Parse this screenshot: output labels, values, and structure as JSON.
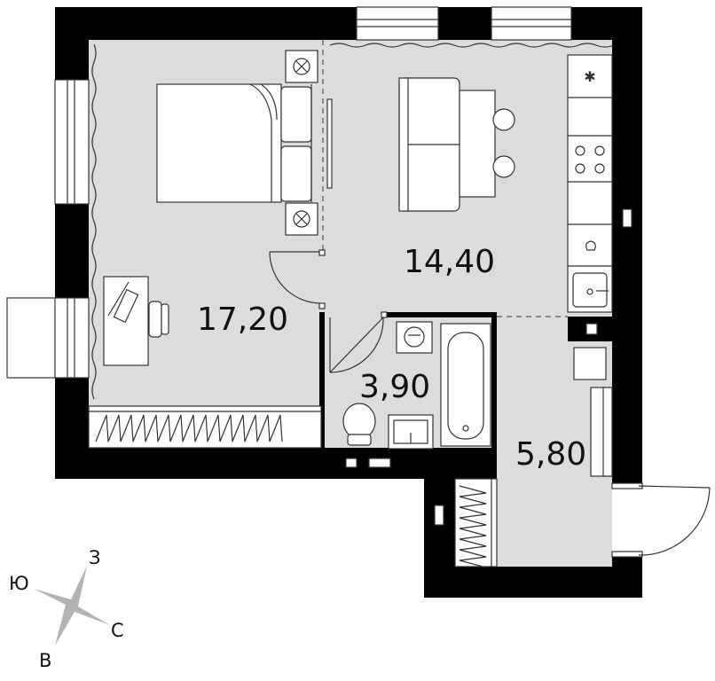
{
  "rooms": [
    {
      "id": "bedroom",
      "area": "17,20"
    },
    {
      "id": "living-kitchen",
      "area": "14,40"
    },
    {
      "id": "bathroom",
      "area": "3,90"
    },
    {
      "id": "hallway",
      "area": "5,80"
    }
  ],
  "compass": {
    "north": "С",
    "south": "Ю",
    "west": "З",
    "east": "В"
  },
  "colors": {
    "wall": "#000000",
    "floor": "#dcdcdc",
    "furniture": "#ffffff",
    "compass": "#b3b3b3"
  }
}
